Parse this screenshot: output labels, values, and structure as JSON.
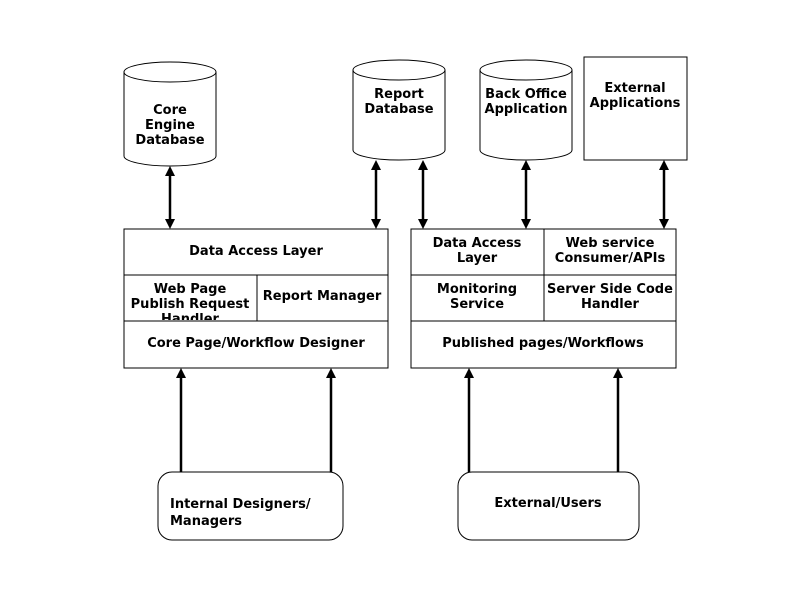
{
  "databases": {
    "core_engine": {
      "lines": [
        "Core",
        "Engine",
        "Database"
      ]
    },
    "report": {
      "lines": [
        "Report",
        "Database"
      ]
    },
    "back_office": {
      "lines": [
        "Back Office",
        "Application"
      ]
    }
  },
  "external_apps": {
    "lines": [
      "External",
      "Applications"
    ]
  },
  "left_block": {
    "data_access": "Data Access Layer",
    "web_page_publish": {
      "lines": [
        "Web Page",
        "Publish Request",
        "Handler"
      ]
    },
    "report_manager": "Report Manager",
    "designer": "Core Page/Workflow Designer"
  },
  "right_block": {
    "data_access": {
      "lines": [
        "Data Access",
        "Layer"
      ]
    },
    "web_service": {
      "lines": [
        "Web service",
        "Consumer/APIs"
      ]
    },
    "monitoring": {
      "lines": [
        "Monitoring",
        "Service"
      ]
    },
    "server_side": {
      "lines": [
        "Server Side Code",
        "Handler"
      ]
    },
    "published": "Published pages/Workflows"
  },
  "users": {
    "internal": {
      "lines": [
        "Internal Designers/",
        "Managers"
      ]
    },
    "external": "External/Users"
  }
}
